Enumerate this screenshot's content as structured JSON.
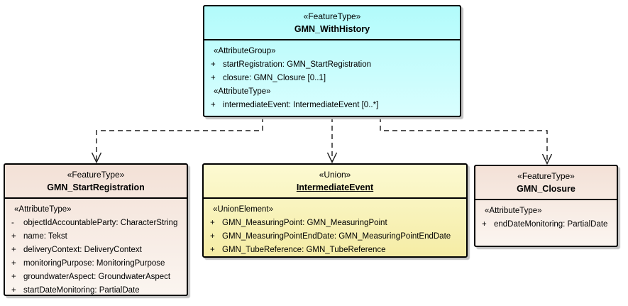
{
  "diagram": {
    "background": "#FFFFFF",
    "connector_type": "dependency (dashed, open arrowhead)",
    "colors": {
      "feature_type_history_fill_top": "#B2FBFB",
      "feature_type_history_fill_bottom": "#D9FEFE",
      "feature_type_fill_top": "#F3E1D7",
      "feature_type_fill_bottom": "#FBF5F0",
      "union_fill_top": "#FCFAD2",
      "union_fill_bottom": "#F5ECA5",
      "border": "#000000",
      "shadow": "#C3C3C3"
    }
  },
  "classes": [
    {
      "stereotype": "«FeatureType»",
      "name": "GMN_WithHistory",
      "sections": [
        {
          "stereotype": "«AttributeGroup»",
          "attributes": [
            {
              "visibility": "+",
              "text": "startRegistration: GMN_StartRegistration"
            },
            {
              "visibility": "+",
              "text": "closure: GMN_Closure [0..1]"
            }
          ]
        },
        {
          "stereotype": "«AttributeType»",
          "attributes": [
            {
              "visibility": "+",
              "text": "intermediateEvent: IntermediateEvent [0..*]"
            }
          ]
        }
      ]
    },
    {
      "stereotype": "«FeatureType»",
      "name": "GMN_StartRegistration",
      "sections": [
        {
          "stereotype": "«AttributeType»",
          "attributes": [
            {
              "visibility": "-",
              "text": "objectIdAccountableParty: CharacterString"
            },
            {
              "visibility": "+",
              "text": "name: Tekst"
            },
            {
              "visibility": "+",
              "text": "deliveryContext: DeliveryContext"
            },
            {
              "visibility": "+",
              "text": "monitoringPurpose: MonitoringPurpose"
            },
            {
              "visibility": "+",
              "text": "groundwaterAspect: GroundwaterAspect"
            },
            {
              "visibility": "+",
              "text": "startDateMonitoring: PartialDate"
            }
          ]
        }
      ]
    },
    {
      "stereotype": "«Union»",
      "name": "IntermediateEvent",
      "sections": [
        {
          "stereotype": "«UnionElement»",
          "attributes": [
            {
              "visibility": "+",
              "text": "GMN_MeasuringPoint: GMN_MeasuringPoint"
            },
            {
              "visibility": "+",
              "text": "GMN_MeasuringPointEndDate: GMN_MeasuringPointEndDate"
            },
            {
              "visibility": "+",
              "text": "GMN_TubeReference: GMN_TubeReference"
            }
          ]
        }
      ]
    },
    {
      "stereotype": "«FeatureType»",
      "name": "GMN_Closure",
      "sections": [
        {
          "stereotype": "«AttributeType»",
          "attributes": [
            {
              "visibility": "+",
              "text": "endDateMonitoring: PartialDate"
            }
          ]
        }
      ]
    }
  ],
  "connectors": [
    {
      "from": "GMN_WithHistory",
      "to": "GMN_StartRegistration",
      "type": "dependency"
    },
    {
      "from": "GMN_WithHistory",
      "to": "IntermediateEvent",
      "type": "dependency"
    },
    {
      "from": "GMN_WithHistory",
      "to": "GMN_Closure",
      "type": "dependency"
    }
  ]
}
